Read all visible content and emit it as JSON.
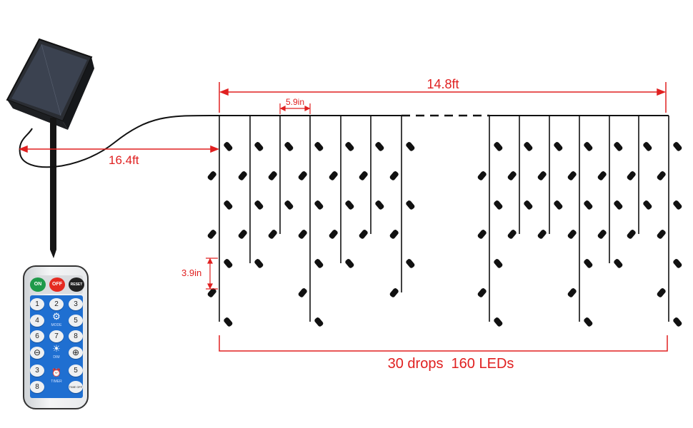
{
  "dimensions": {
    "total_width": "14.8ft",
    "drop_spacing": "5.9in",
    "lead_cable": "16.4ft",
    "led_spacing": "3.9in",
    "summary": "30 drops  160 LEDs"
  },
  "remote": {
    "on": "ON",
    "off": "OFF",
    "reset": "RESET",
    "b1": "1",
    "b2": "2",
    "b3": "3",
    "b4": "4",
    "mode": "MODE",
    "b5": "5",
    "b6": "6",
    "b7": "7",
    "b8": "8",
    "dim": "DIM",
    "t3": "3",
    "timer": "TIMER",
    "t5": "5",
    "t8": "8",
    "time_off": "TIME OFF"
  },
  "colors": {
    "dimension": "#e02020",
    "remote_blue": "#1f6fd1",
    "on": "#1e9a4a",
    "off": "#e52a20",
    "reset": "#222222"
  },
  "drops": {
    "left_group_led_counts": [
      7,
      5,
      4,
      7,
      5,
      4,
      6
    ],
    "right_group_led_counts": [
      7,
      4,
      4,
      7,
      5,
      4,
      7
    ]
  }
}
